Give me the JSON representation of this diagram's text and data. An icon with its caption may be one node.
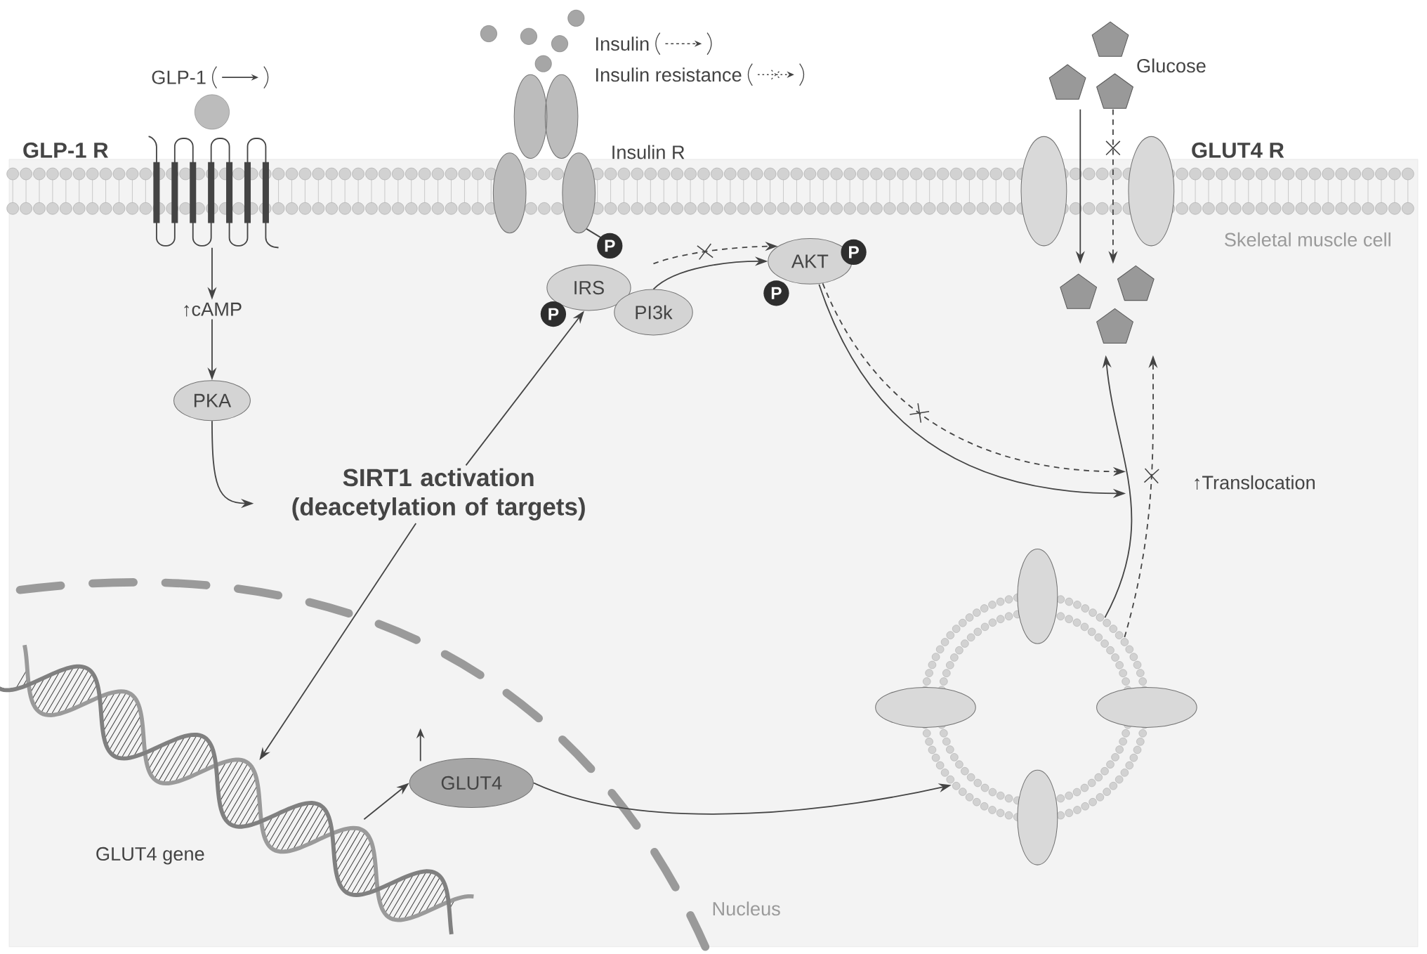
{
  "diagram": {
    "nodes": [
      {
        "text": [],
        "shape": "picture"
      },
      {
        "text": [
          "↑cAMP"
        ]
      },
      {
        "text": [
          "PKA"
        ]
      },
      {
        "text": [
          "SIRT1 activation (deacetylation of targets)"
        ]
      },
      {
        "text": [
          "IRS"
        ]
      },
      {
        "text": [
          "PI3k"
        ]
      },
      {
        "text": [
          "AKT"
        ]
      },
      {
        "text": [],
        "shape": "picture",
        "beside": [
          "Glucose"
        ]
      },
      {
        "text": [],
        "shape": "picture"
      },
      {
        "text": [
          "GLUT4 gene"
        ]
      },
      {
        "text": [
          "GLUT4"
        ]
      },
      {
        "text": [],
        "shape": "circle"
      },
      {
        "text": [
          "P"
        ]
      },
      {
        "text": [
          "P"
        ]
      },
      {
        "text": [
          "P"
        ]
      },
      {
        "text": [
          "P"
        ]
      }
    ],
    "edges": [
      {
        "from": 0,
        "to": 1,
        "arrow": "to"
      },
      {
        "from": 1,
        "to": 2,
        "arrow": "to"
      },
      {
        "from": 2,
        "to": 3,
        "arrow": "to"
      },
      {
        "from": 3,
        "to": 4,
        "arrow": "to"
      },
      {
        "from": 5,
        "to": 6,
        "arrow": "to"
      },
      {
        "from": 5,
        "to": 6,
        "arrow": "to",
        "style": "dashed"
      },
      {
        "from": 3,
        "to": 9,
        "arrow": "to"
      },
      {
        "from": 9,
        "to": 10,
        "arrow": "to"
      },
      {
        "from": 10,
        "to": 11,
        "arrow": "to"
      },
      {
        "from": 6,
        "to": null,
        "arrow": "to"
      },
      {
        "from": 6,
        "to": null,
        "arrow": "to",
        "style": "dashed"
      },
      {
        "from": 11,
        "to": 8,
        "arrow": "to"
      },
      {
        "from": 11,
        "to": 8,
        "arrow": "to",
        "style": "dashed"
      },
      {
        "from": 7,
        "to": 8,
        "arrow": "to"
      },
      {
        "from": 7,
        "to": 8,
        "arrow": "to",
        "style": "dashed"
      }
    ],
    "labels": [
      "GLP-1 R",
      "Insulin R",
      "GLUT4 R",
      "Skeletal muscle cell",
      "↑Translocation",
      "Nucleus"
    ],
    "legend": [
      {
        "text": "GLP-1"
      },
      {
        "text": "Insulin"
      },
      {
        "text": "Insulin resistance"
      }
    ]
  }
}
